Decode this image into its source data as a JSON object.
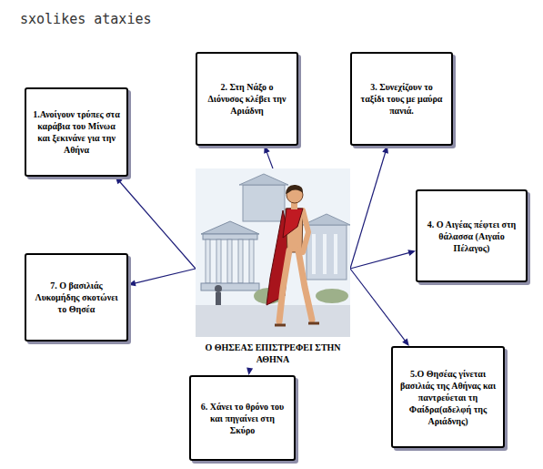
{
  "diagram": {
    "nodes": [
      {
        "text": [
          "1.Ανοίγουν τρύπες στα καράβια του Μίνωα και ξεκινάνε για την Αθήνα"
        ]
      },
      {
        "text": [
          "2. Στη Νάξο ο Διόνυσος κλέβει την Αριάδνη"
        ]
      },
      {
        "text": [
          "3. Συνεχίζουν το ταξίδι τους με μαύρα πανιά."
        ]
      },
      {
        "text": [
          "4. Ο Αιγέας πέφτει στη θάλασσα (Αιγαίο Πέλαγος)"
        ]
      },
      {
        "text": [
          "5.Ο Θησέας γίνεται βασιλιάς της Αθήνας και παντρεύεται τη Φαίδρα(αδελφή της Αριάδνης)"
        ]
      },
      {
        "text": [
          "6. Χάνει το θρόνο του και πηγαίνει στη Σκύρο"
        ]
      },
      {
        "text": [
          "7. Ο βασιλιάς Λυκομήδης σκοτώνει το Θησέα"
        ]
      },
      {
        "text": [
          "Ο ΘΗΣΕΑΣ ΕΠΙΣΤΡΕΦΕΙ ΣΤΗΝ ΑΘΗΝΑ"
        ]
      }
    ],
    "edges": [
      {
        "from": 7,
        "to": 0,
        "arrow": "to"
      },
      {
        "from": 7,
        "to": 1,
        "arrow": "to"
      },
      {
        "from": 7,
        "to": 2,
        "arrow": "to"
      },
      {
        "from": 7,
        "to": 3,
        "arrow": "to"
      },
      {
        "from": 7,
        "to": 4,
        "arrow": "to"
      },
      {
        "from": 7,
        "to": 5,
        "arrow": "to"
      },
      {
        "from": 7,
        "to": 6,
        "arrow": "to"
      }
    ],
    "labels": [
      "sxolikes ataxies"
    ]
  }
}
